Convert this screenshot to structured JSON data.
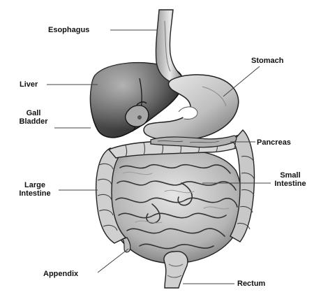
{
  "labels": {
    "esophagus": "Esophagus",
    "liver": "Liver",
    "gall_bladder": {
      "line1": "Gall",
      "line2": "Bladder"
    },
    "stomach": "Stomach",
    "pancreas": "Pancreas",
    "large_intestine": {
      "line1": "Large",
      "line2": "Intestine"
    },
    "small_intestine": {
      "line1": "Small",
      "line2": "Intestine"
    },
    "appendix": "Appendix",
    "rectum": "Rectum"
  },
  "colors": {
    "ink": "#111111",
    "liver_dark": "#3a3a3a",
    "liver_light": "#9a9a9a",
    "stomach": "#d8d8d8",
    "intestine": "#bdbdbd",
    "intestine_shade": "#6e6e6e",
    "background": "#ffffff"
  }
}
